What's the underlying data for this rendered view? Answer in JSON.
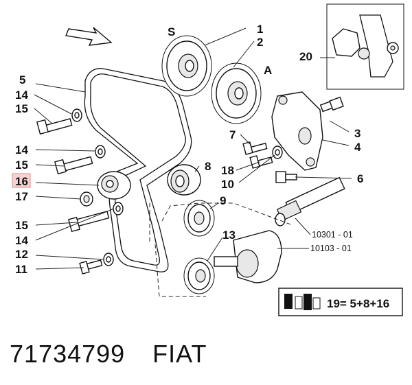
{
  "diagram": {
    "callouts": {
      "c1": "1",
      "c2": "2",
      "c3": "3",
      "c4": "4",
      "c5": "5",
      "c6": "6",
      "c7": "7",
      "c8": "8",
      "c9": "9",
      "c10": "10",
      "c11": "11",
      "c12": "12",
      "c13": "13",
      "c14a": "14",
      "c14b": "14",
      "c14c": "14",
      "c15a": "15",
      "c15b": "15",
      "c15c": "15",
      "c16": "16",
      "c17": "17",
      "c18": "18",
      "c20": "20"
    },
    "letters": {
      "s": "S",
      "a": "A"
    },
    "references": {
      "ref1": "10301 - 01",
      "ref2": "10103 - 01"
    },
    "kit_formula": "19= 5+8+16",
    "highlighted_callout": "16",
    "colors": {
      "highlight_fill": "#f6d3d3",
      "highlight_stroke": "#d98a8a",
      "ink": "#111111"
    }
  },
  "footer": {
    "part_number": "71734799",
    "brand": "FIAT"
  }
}
